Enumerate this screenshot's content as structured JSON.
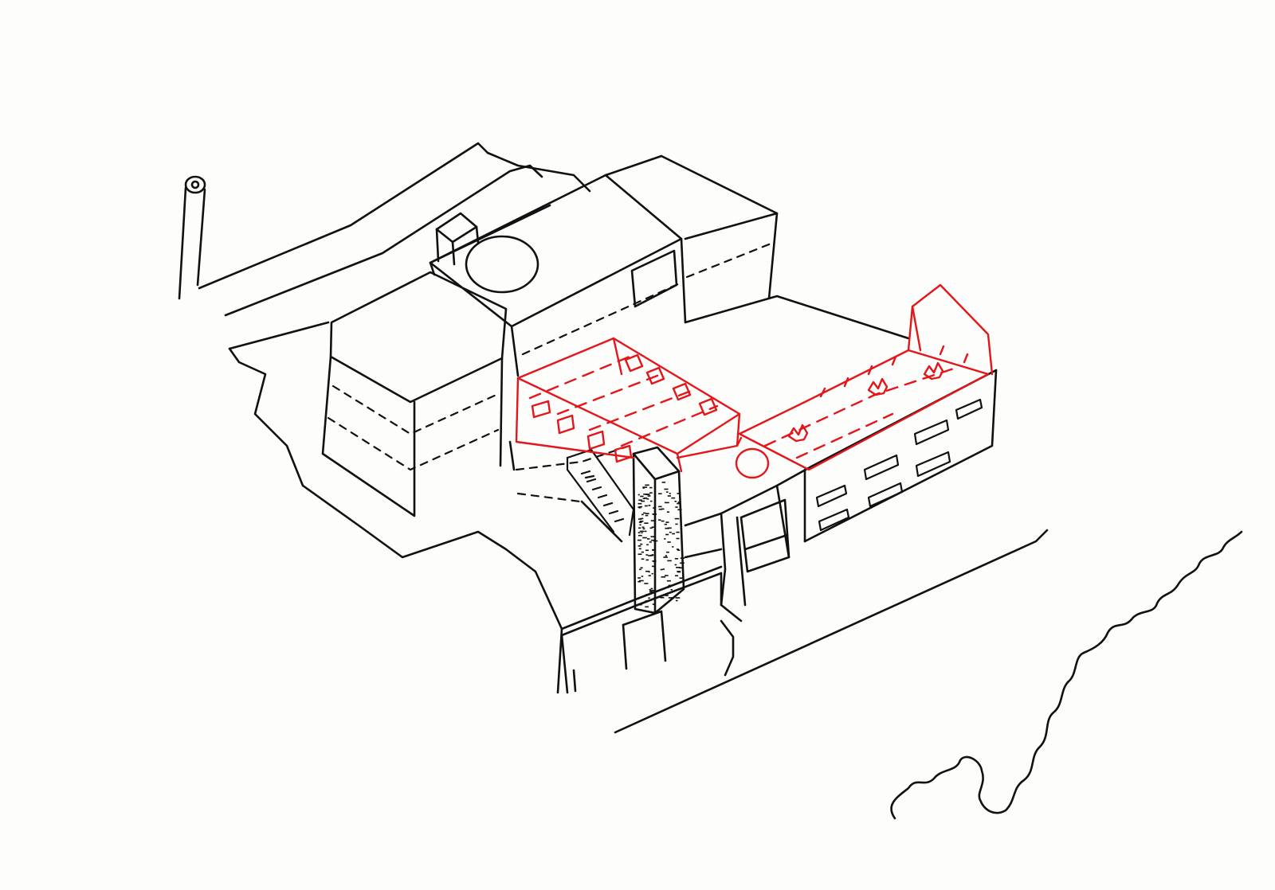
{
  "colors": {
    "paper": "#fdfdfb",
    "ink_black": "#111111",
    "ink_red": "#e3161b"
  },
  "layers": [
    "existing-buildings",
    "proposed-rooftop-extension",
    "river-edge"
  ]
}
